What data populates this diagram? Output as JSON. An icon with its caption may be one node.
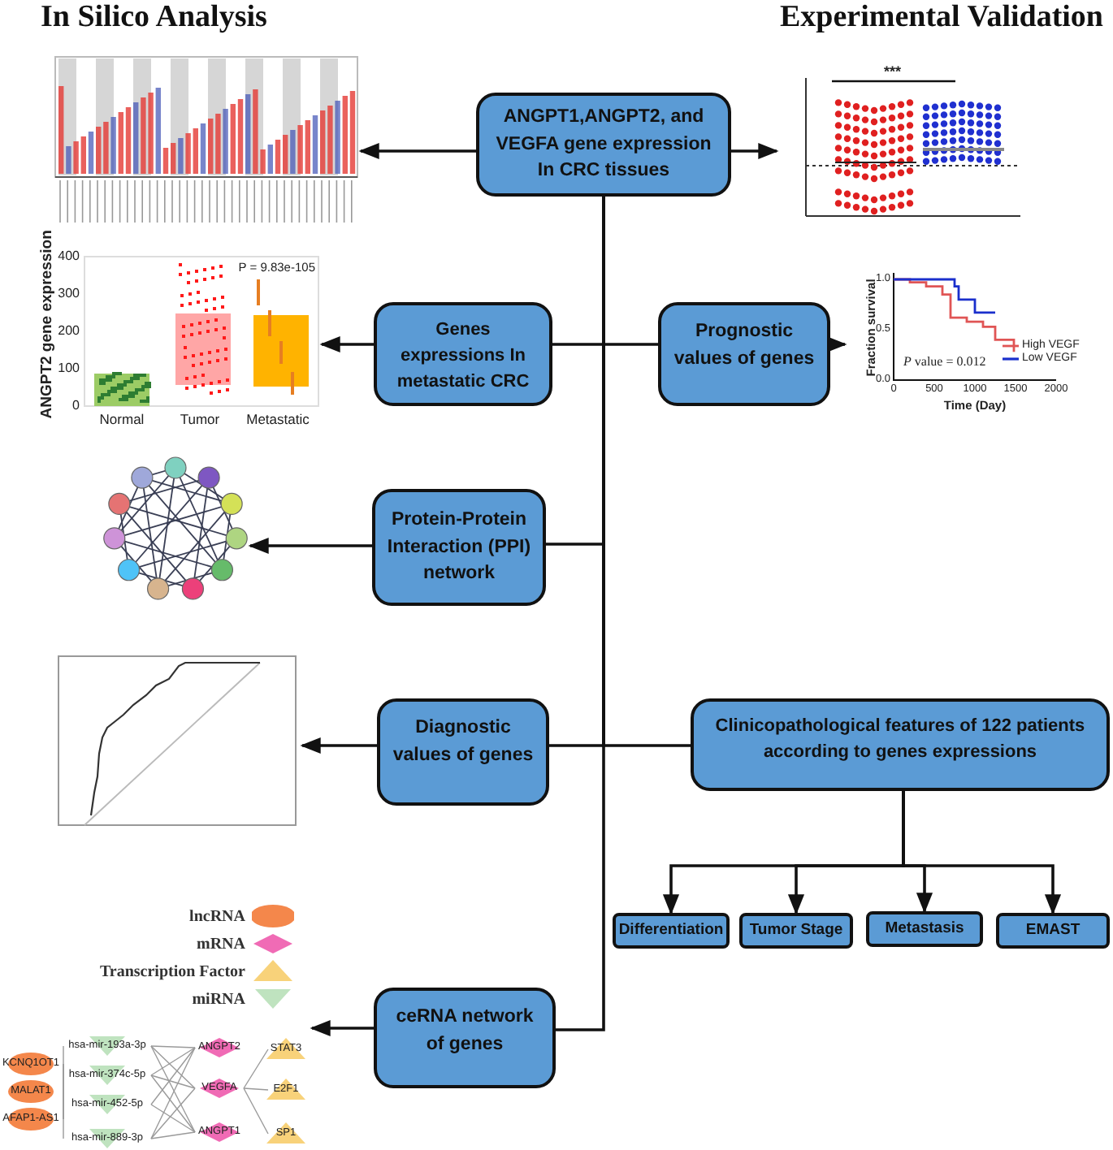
{
  "diagram": {
    "nodes": [
      {
        "text": [
          "ANGPT1,ANGPT2, and VEGFA gene expression In CRC tissues"
        ]
      },
      {
        "text": [],
        "shape": "picture"
      },
      {
        "text": [
          "***"
        ]
      },
      {
        "text": [
          "Genes expressions In metastatic CRC"
        ]
      },
      {
        "text": [
          "ANGPT2 gene expression",
          "P = 9.83e-105",
          "Normal",
          "Tumor",
          "Metastatic",
          "400",
          "300",
          "200",
          "100",
          "0"
        ]
      },
      {
        "text": [
          "Prognostic values of genes"
        ]
      },
      {
        "text": [
          "Fraction survival",
          "1.0",
          "0.5",
          "0.0",
          "*P* value = 0.012",
          "0",
          "500",
          "1000",
          "1500",
          "2000",
          "Time (Day)",
          "High VEGF",
          "Low VEGF"
        ]
      },
      {
        "text": [
          "Protein-Protein Interaction (PPI) network"
        ]
      },
      {
        "text": [],
        "shape": "picture"
      },
      {
        "text": [
          "Diagnostic values of genes"
        ]
      },
      {
        "text": [],
        "shape": "picture"
      },
      {
        "text": [
          "Clinicopathological features of 122 patients according to genes expressions"
        ]
      },
      {
        "text": [
          "Differentiation"
        ]
      },
      {
        "text": [
          "Tumor Stage"
        ]
      },
      {
        "text": [
          "Metastasis"
        ]
      },
      {
        "text": [
          "EMAST"
        ]
      },
      {
        "text": [
          "ceRNA network of genes"
        ]
      },
      {
        "text": [
          "KCNQ1OT1",
          "MALAT1",
          "AFAP1-AS1",
          "hsa-mir-193a-3p",
          "hsa-mir-374c-5p",
          "hsa-mir-452-5p",
          "hsa-mir-889-3p",
          "ANGPT2",
          "VEGFA",
          "ANGPT1",
          "STAT3",
          "E2F1",
          "SP1"
        ]
      }
    ],
    "edges": [
      {
        "from": 0,
        "to": 1,
        "arrow": "to"
      },
      {
        "from": 0,
        "to": 2,
        "arrow": "to"
      },
      {
        "from": 0,
        "to": 3,
        "arrow": "none"
      },
      {
        "from": 0,
        "to": 5,
        "arrow": "none"
      },
      {
        "from": 0,
        "to": 7,
        "arrow": "none"
      },
      {
        "from": 0,
        "to": 9,
        "arrow": "none"
      },
      {
        "from": 0,
        "to": 11,
        "arrow": "none"
      },
      {
        "from": 0,
        "to": 16,
        "arrow": "none"
      },
      {
        "from": 3,
        "to": 4,
        "arrow": "to"
      },
      {
        "from": 5,
        "to": 6,
        "arrow": "to"
      },
      {
        "from": 7,
        "to": 8,
        "arrow": "to"
      },
      {
        "from": 9,
        "to": 10,
        "arrow": "to"
      },
      {
        "from": 11,
        "to": 12,
        "arrow": "to"
      },
      {
        "from": 11,
        "to": 13,
        "arrow": "to"
      },
      {
        "from": 11,
        "to": 14,
        "arrow": "to"
      },
      {
        "from": 11,
        "to": 15,
        "arrow": "to"
      },
      {
        "from": 16,
        "to": 17,
        "arrow": "to"
      }
    ],
    "labels": [
      "In Silico Analysis",
      "Experimental Validation"
    ],
    "legend": [
      {
        "text": "lncRNA"
      },
      {
        "text": "mRNA"
      },
      {
        "text": "Transcription Factor"
      },
      {
        "text": "miRNA"
      }
    ]
  }
}
